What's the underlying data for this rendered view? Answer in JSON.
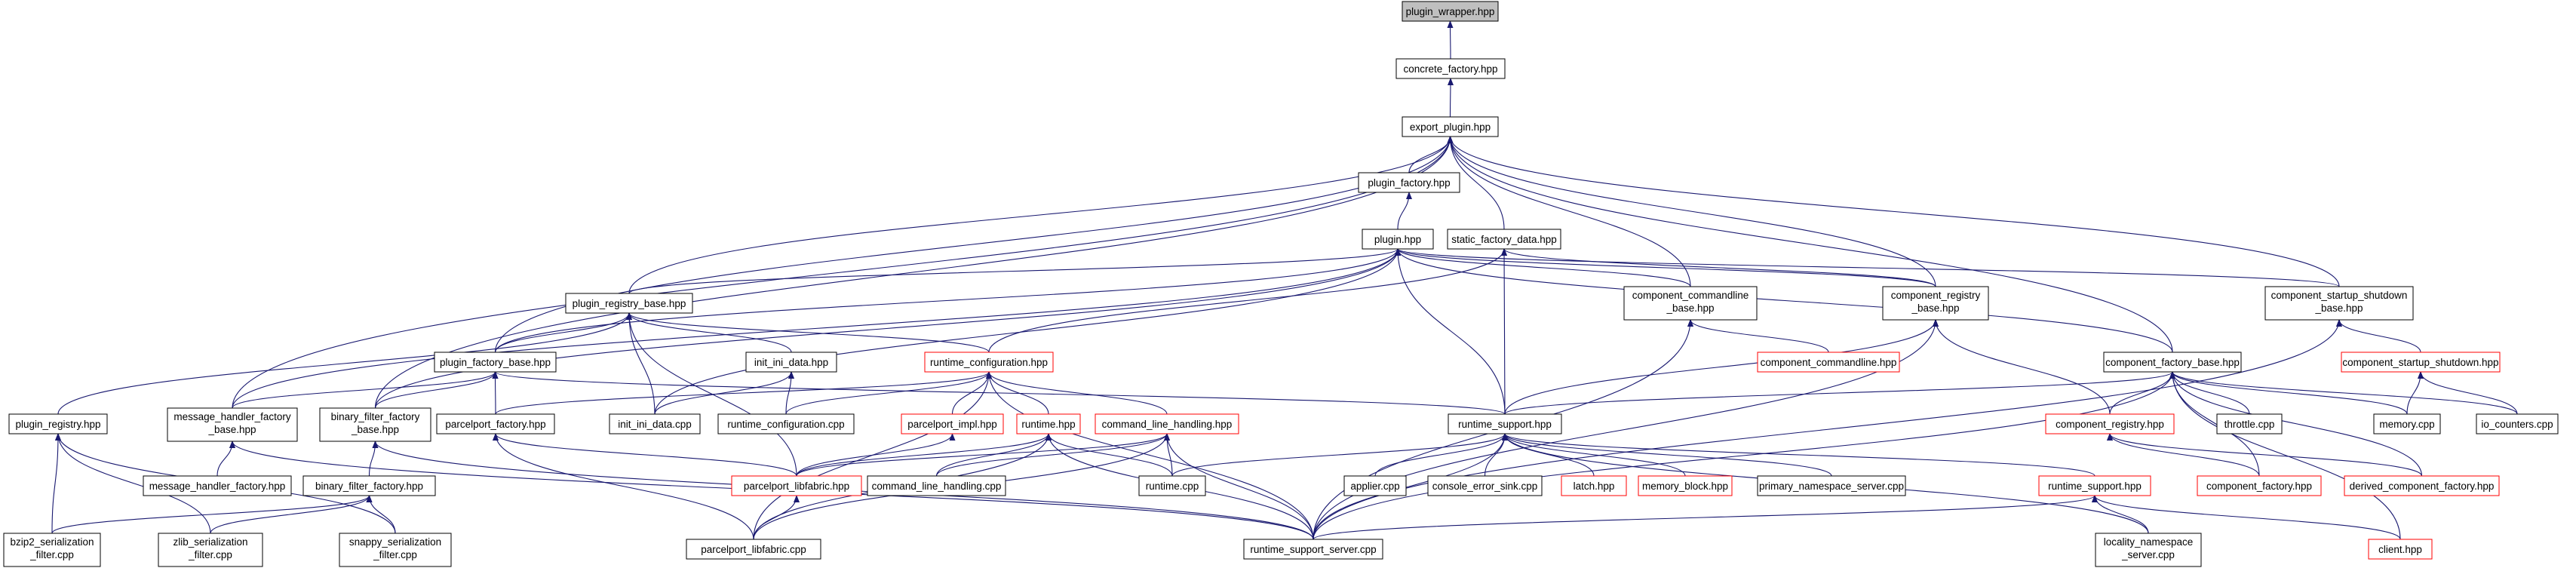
{
  "colors": {
    "edge": "#191970",
    "normal_border": "#000000",
    "red_border": "#ff0000",
    "root_fill": "#bfbfbf",
    "text": "#000000"
  },
  "nodes": [
    {
      "id": "plugin_wrapper",
      "lines": [
        "plugin_wrapper.hpp"
      ],
      "style": "root"
    },
    {
      "id": "concrete_factory",
      "lines": [
        "concrete_factory.hpp"
      ],
      "style": "normal"
    },
    {
      "id": "export_plugin",
      "lines": [
        "export_plugin.hpp"
      ],
      "style": "normal"
    },
    {
      "id": "plugin_factory",
      "lines": [
        "plugin_factory.hpp"
      ],
      "style": "normal"
    },
    {
      "id": "plugin",
      "lines": [
        "plugin.hpp"
      ],
      "style": "normal"
    },
    {
      "id": "static_factory_data",
      "lines": [
        "static_factory_data.hpp"
      ],
      "style": "normal"
    },
    {
      "id": "plugin_registry_base",
      "lines": [
        "plugin_registry_base.hpp"
      ],
      "style": "normal"
    },
    {
      "id": "component_commandline_base",
      "lines": [
        "component_commandline",
        "_base.hpp"
      ],
      "style": "normal"
    },
    {
      "id": "component_registry_base",
      "lines": [
        "component_registry",
        "_base.hpp"
      ],
      "style": "normal"
    },
    {
      "id": "component_startup_shutdown_base",
      "lines": [
        "component_startup_shutdown",
        "_base.hpp"
      ],
      "style": "normal"
    },
    {
      "id": "plugin_factory_base",
      "lines": [
        "plugin_factory_base.hpp"
      ],
      "style": "normal"
    },
    {
      "id": "init_ini_data_hpp",
      "lines": [
        "init_ini_data.hpp"
      ],
      "style": "normal"
    },
    {
      "id": "runtime_configuration_hpp",
      "lines": [
        "runtime_configuration.hpp"
      ],
      "style": "red"
    },
    {
      "id": "component_commandline_hpp",
      "lines": [
        "component_commandline.hpp"
      ],
      "style": "red"
    },
    {
      "id": "component_factory_base",
      "lines": [
        "component_factory_base.hpp"
      ],
      "style": "normal"
    },
    {
      "id": "component_startup_shutdown_hpp",
      "lines": [
        "component_startup_shutdown.hpp"
      ],
      "style": "red"
    },
    {
      "id": "plugin_registry",
      "lines": [
        "plugin_registry.hpp"
      ],
      "style": "normal"
    },
    {
      "id": "message_handler_factory_base",
      "lines": [
        "message_handler_factory",
        "_base.hpp"
      ],
      "style": "normal"
    },
    {
      "id": "binary_filter_factory_base",
      "lines": [
        "binary_filter_factory",
        "_base.hpp"
      ],
      "style": "normal"
    },
    {
      "id": "parcelport_factory",
      "lines": [
        "parcelport_factory.hpp"
      ],
      "style": "normal"
    },
    {
      "id": "init_ini_data_cpp",
      "lines": [
        "init_ini_data.cpp"
      ],
      "style": "normal"
    },
    {
      "id": "runtime_configuration_cpp",
      "lines": [
        "runtime_configuration.cpp"
      ],
      "style": "normal"
    },
    {
      "id": "parcelport_impl",
      "lines": [
        "parcelport_impl.hpp"
      ],
      "style": "red"
    },
    {
      "id": "runtime_hpp",
      "lines": [
        "runtime.hpp"
      ],
      "style": "red"
    },
    {
      "id": "command_line_handling_hpp",
      "lines": [
        "command_line_handling.hpp"
      ],
      "style": "red"
    },
    {
      "id": "runtime_support_hpp",
      "lines": [
        "runtime_support.hpp"
      ],
      "style": "normal"
    },
    {
      "id": "component_registry_hpp",
      "lines": [
        "component_registry.hpp"
      ],
      "style": "red"
    },
    {
      "id": "throttle",
      "lines": [
        "throttle.cpp"
      ],
      "style": "normal"
    },
    {
      "id": "memory_cpp",
      "lines": [
        "memory.cpp"
      ],
      "style": "normal"
    },
    {
      "id": "io_counters",
      "lines": [
        "io_counters.cpp"
      ],
      "style": "normal"
    },
    {
      "id": "message_handler_factory",
      "lines": [
        "message_handler_factory.hpp"
      ],
      "style": "normal"
    },
    {
      "id": "binary_filter_factory",
      "lines": [
        "binary_filter_factory.hpp"
      ],
      "style": "normal"
    },
    {
      "id": "parcelport_libfabric_hpp",
      "lines": [
        "parcelport_libfabric.hpp"
      ],
      "style": "red"
    },
    {
      "id": "command_line_handling_cpp",
      "lines": [
        "command_line_handling.cpp"
      ],
      "style": "normal"
    },
    {
      "id": "runtime_cpp",
      "lines": [
        "runtime.cpp"
      ],
      "style": "normal"
    },
    {
      "id": "applier",
      "lines": [
        "applier.cpp"
      ],
      "style": "normal"
    },
    {
      "id": "console_error_sink",
      "lines": [
        "console_error_sink.cpp"
      ],
      "style": "normal"
    },
    {
      "id": "latch",
      "lines": [
        "latch.hpp"
      ],
      "style": "red"
    },
    {
      "id": "memory_block",
      "lines": [
        "memory_block.hpp"
      ],
      "style": "red"
    },
    {
      "id": "primary_namespace_server",
      "lines": [
        "primary_namespace_server.cpp"
      ],
      "style": "normal"
    },
    {
      "id": "runtime_support_hpp2",
      "lines": [
        "runtime_support.hpp"
      ],
      "style": "red"
    },
    {
      "id": "component_factory",
      "lines": [
        "component_factory.hpp"
      ],
      "style": "red"
    },
    {
      "id": "derived_component_factory",
      "lines": [
        "derived_component_factory.hpp"
      ],
      "style": "red"
    },
    {
      "id": "bzip2",
      "lines": [
        "bzip2_serialization",
        "_filter.cpp"
      ],
      "style": "normal"
    },
    {
      "id": "zlib",
      "lines": [
        "zlib_serialization",
        "_filter.cpp"
      ],
      "style": "normal"
    },
    {
      "id": "snappy",
      "lines": [
        "snappy_serialization",
        "_filter.cpp"
      ],
      "style": "normal"
    },
    {
      "id": "parcelport_libfabric_cpp",
      "lines": [
        "parcelport_libfabric.cpp"
      ],
      "style": "normal"
    },
    {
      "id": "runtime_support_server",
      "lines": [
        "runtime_support_server.cpp"
      ],
      "style": "normal"
    },
    {
      "id": "locality_namespace_server",
      "lines": [
        "locality_namespace",
        "_server.cpp"
      ],
      "style": "normal"
    },
    {
      "id": "client",
      "lines": [
        "client.hpp"
      ],
      "style": "red"
    }
  ],
  "edges": [
    [
      "concrete_factory",
      "plugin_wrapper"
    ],
    [
      "export_plugin",
      "concrete_factory"
    ],
    [
      "plugin_factory",
      "export_plugin"
    ],
    [
      "plugin",
      "plugin_factory"
    ],
    [
      "static_factory_data",
      "export_plugin"
    ],
    [
      "plugin_registry_base",
      "export_plugin"
    ],
    [
      "plugin_registry_base",
      "plugin"
    ],
    [
      "component_commandline_base",
      "export_plugin"
    ],
    [
      "component_commandline_base",
      "plugin"
    ],
    [
      "component_registry_base",
      "export_plugin"
    ],
    [
      "component_registry_base",
      "plugin"
    ],
    [
      "component_registry_base",
      "static_factory_data"
    ],
    [
      "component_startup_shutdown_base",
      "export_plugin"
    ],
    [
      "component_startup_shutdown_base",
      "plugin"
    ],
    [
      "plugin_factory_base",
      "export_plugin"
    ],
    [
      "plugin_factory_base",
      "plugin"
    ],
    [
      "plugin_factory_base",
      "plugin_registry_base"
    ],
    [
      "init_ini_data_hpp",
      "plugin_registry_base"
    ],
    [
      "runtime_configuration_hpp",
      "plugin_registry_base"
    ],
    [
      "runtime_configuration_hpp",
      "static_factory_data"
    ],
    [
      "component_commandline_hpp",
      "component_commandline_base"
    ],
    [
      "component_factory_base",
      "export_plugin"
    ],
    [
      "component_factory_base",
      "plugin"
    ],
    [
      "component_startup_shutdown_hpp",
      "component_startup_shutdown_base"
    ],
    [
      "plugin_registry",
      "plugin_registry_base"
    ],
    [
      "message_handler_factory_base",
      "export_plugin"
    ],
    [
      "message_handler_factory_base",
      "plugin"
    ],
    [
      "message_handler_factory_base",
      "plugin_factory_base"
    ],
    [
      "binary_filter_factory_base",
      "export_plugin"
    ],
    [
      "binary_filter_factory_base",
      "plugin"
    ],
    [
      "binary_filter_factory_base",
      "plugin_factory_base"
    ],
    [
      "parcelport_factory",
      "plugin_factory_base"
    ],
    [
      "parcelport_factory",
      "runtime_configuration_hpp"
    ],
    [
      "init_ini_data_cpp",
      "plugin"
    ],
    [
      "init_ini_data_cpp",
      "plugin_registry_base"
    ],
    [
      "init_ini_data_cpp",
      "init_ini_data_hpp"
    ],
    [
      "runtime_configuration_cpp",
      "init_ini_data_hpp"
    ],
    [
      "runtime_configuration_cpp",
      "runtime_configuration_hpp"
    ],
    [
      "parcelport_impl",
      "runtime_configuration_hpp"
    ],
    [
      "runtime_hpp",
      "runtime_configuration_hpp"
    ],
    [
      "command_line_handling_hpp",
      "runtime_configuration_hpp"
    ],
    [
      "runtime_support_hpp",
      "plugin"
    ],
    [
      "runtime_support_hpp",
      "static_factory_data"
    ],
    [
      "runtime_support_hpp",
      "component_registry_base"
    ],
    [
      "runtime_support_hpp",
      "component_factory_base"
    ],
    [
      "runtime_support_hpp",
      "plugin_factory_base"
    ],
    [
      "component_registry_hpp",
      "component_registry_base"
    ],
    [
      "component_registry_hpp",
      "component_factory_base"
    ],
    [
      "throttle",
      "component_factory_base"
    ],
    [
      "memory_cpp",
      "component_factory_base"
    ],
    [
      "memory_cpp",
      "component_startup_shutdown_hpp"
    ],
    [
      "io_counters",
      "component_factory_base"
    ],
    [
      "io_counters",
      "component_startup_shutdown_hpp"
    ],
    [
      "message_handler_factory",
      "message_handler_factory_base"
    ],
    [
      "binary_filter_factory",
      "binary_filter_factory_base"
    ],
    [
      "parcelport_libfabric_hpp",
      "parcelport_factory"
    ],
    [
      "parcelport_libfabric_hpp",
      "parcelport_impl"
    ],
    [
      "parcelport_libfabric_hpp",
      "runtime_hpp"
    ],
    [
      "parcelport_libfabric_hpp",
      "command_line_handling_hpp"
    ],
    [
      "parcelport_libfabric_hpp",
      "plugin_registry_base"
    ],
    [
      "command_line_handling_cpp",
      "runtime_hpp"
    ],
    [
      "command_line_handling_cpp",
      "command_line_handling_hpp"
    ],
    [
      "runtime_cpp",
      "runtime_hpp"
    ],
    [
      "runtime_cpp",
      "command_line_handling_hpp"
    ],
    [
      "runtime_cpp",
      "runtime_support_hpp"
    ],
    [
      "applier",
      "runtime_support_hpp"
    ],
    [
      "console_error_sink",
      "runtime_support_hpp"
    ],
    [
      "latch",
      "runtime_support_hpp"
    ],
    [
      "memory_block",
      "runtime_support_hpp"
    ],
    [
      "primary_namespace_server",
      "runtime_support_hpp"
    ],
    [
      "runtime_support_hpp2",
      "runtime_support_hpp"
    ],
    [
      "component_factory",
      "component_registry_hpp"
    ],
    [
      "component_factory",
      "component_factory_base"
    ],
    [
      "derived_component_factory",
      "component_registry_hpp"
    ],
    [
      "derived_component_factory",
      "component_factory_base"
    ],
    [
      "bzip2",
      "plugin_registry"
    ],
    [
      "bzip2",
      "binary_filter_factory"
    ],
    [
      "zlib",
      "plugin_registry"
    ],
    [
      "zlib",
      "binary_filter_factory"
    ],
    [
      "snappy",
      "plugin_registry"
    ],
    [
      "snappy",
      "binary_filter_factory"
    ],
    [
      "parcelport_libfabric_cpp",
      "parcelport_libfabric_hpp"
    ],
    [
      "parcelport_libfabric_cpp",
      "runtime_hpp"
    ],
    [
      "parcelport_libfabric_cpp",
      "command_line_handling_hpp"
    ],
    [
      "parcelport_libfabric_cpp",
      "parcelport_factory"
    ],
    [
      "parcelport_libfabric_cpp",
      "runtime_configuration_hpp"
    ],
    [
      "runtime_support_server",
      "runtime_hpp"
    ],
    [
      "runtime_support_server",
      "command_line_handling_hpp"
    ],
    [
      "runtime_support_server",
      "runtime_support_hpp"
    ],
    [
      "runtime_support_server",
      "runtime_support_hpp2"
    ],
    [
      "runtime_support_server",
      "component_registry_base"
    ],
    [
      "runtime_support_server",
      "component_factory_base"
    ],
    [
      "runtime_support_server",
      "component_commandline_base"
    ],
    [
      "runtime_support_server",
      "component_startup_shutdown_base"
    ],
    [
      "runtime_support_server",
      "message_handler_factory_base"
    ],
    [
      "runtime_support_server",
      "binary_filter_factory_base"
    ],
    [
      "runtime_support_server",
      "runtime_configuration_hpp"
    ],
    [
      "locality_namespace_server",
      "runtime_support_hpp"
    ],
    [
      "locality_namespace_server",
      "runtime_support_hpp2"
    ],
    [
      "client",
      "runtime_support_hpp2"
    ],
    [
      "client",
      "component_factory_base"
    ]
  ]
}
